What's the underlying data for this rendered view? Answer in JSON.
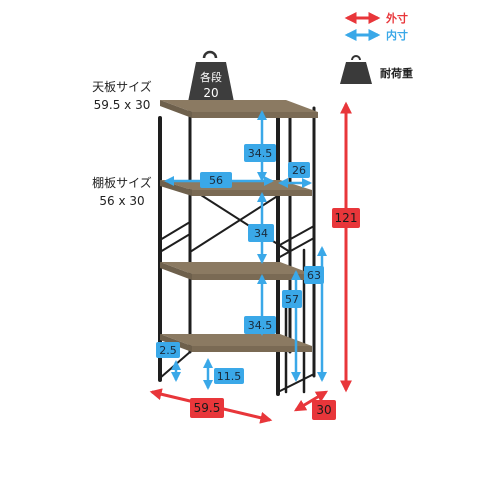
{
  "legend": {
    "outer": "外寸",
    "inner": "内寸",
    "load": "耐荷重",
    "outer_color": "#e8363a",
    "inner_color": "#3aa8e8"
  },
  "weight_badge": {
    "line1": "各段",
    "line2": "20"
  },
  "top_board": {
    "label": "天板サイズ",
    "size": "59.5 x 30"
  },
  "shelf_board": {
    "label": "棚板サイズ",
    "size": "56 x 30"
  },
  "dimensions": {
    "outer": {
      "height": "121",
      "width": "59.5",
      "depth": "30"
    },
    "inner": {
      "gap_top": "34.5",
      "gap_middle": "34",
      "gap_bottom": "34.5",
      "shelf_width": "56",
      "shelf_depth": "26",
      "side_63": "63",
      "side_57": "57",
      "leg_11_5": "11.5",
      "leg_2_5": "2.5"
    }
  }
}
